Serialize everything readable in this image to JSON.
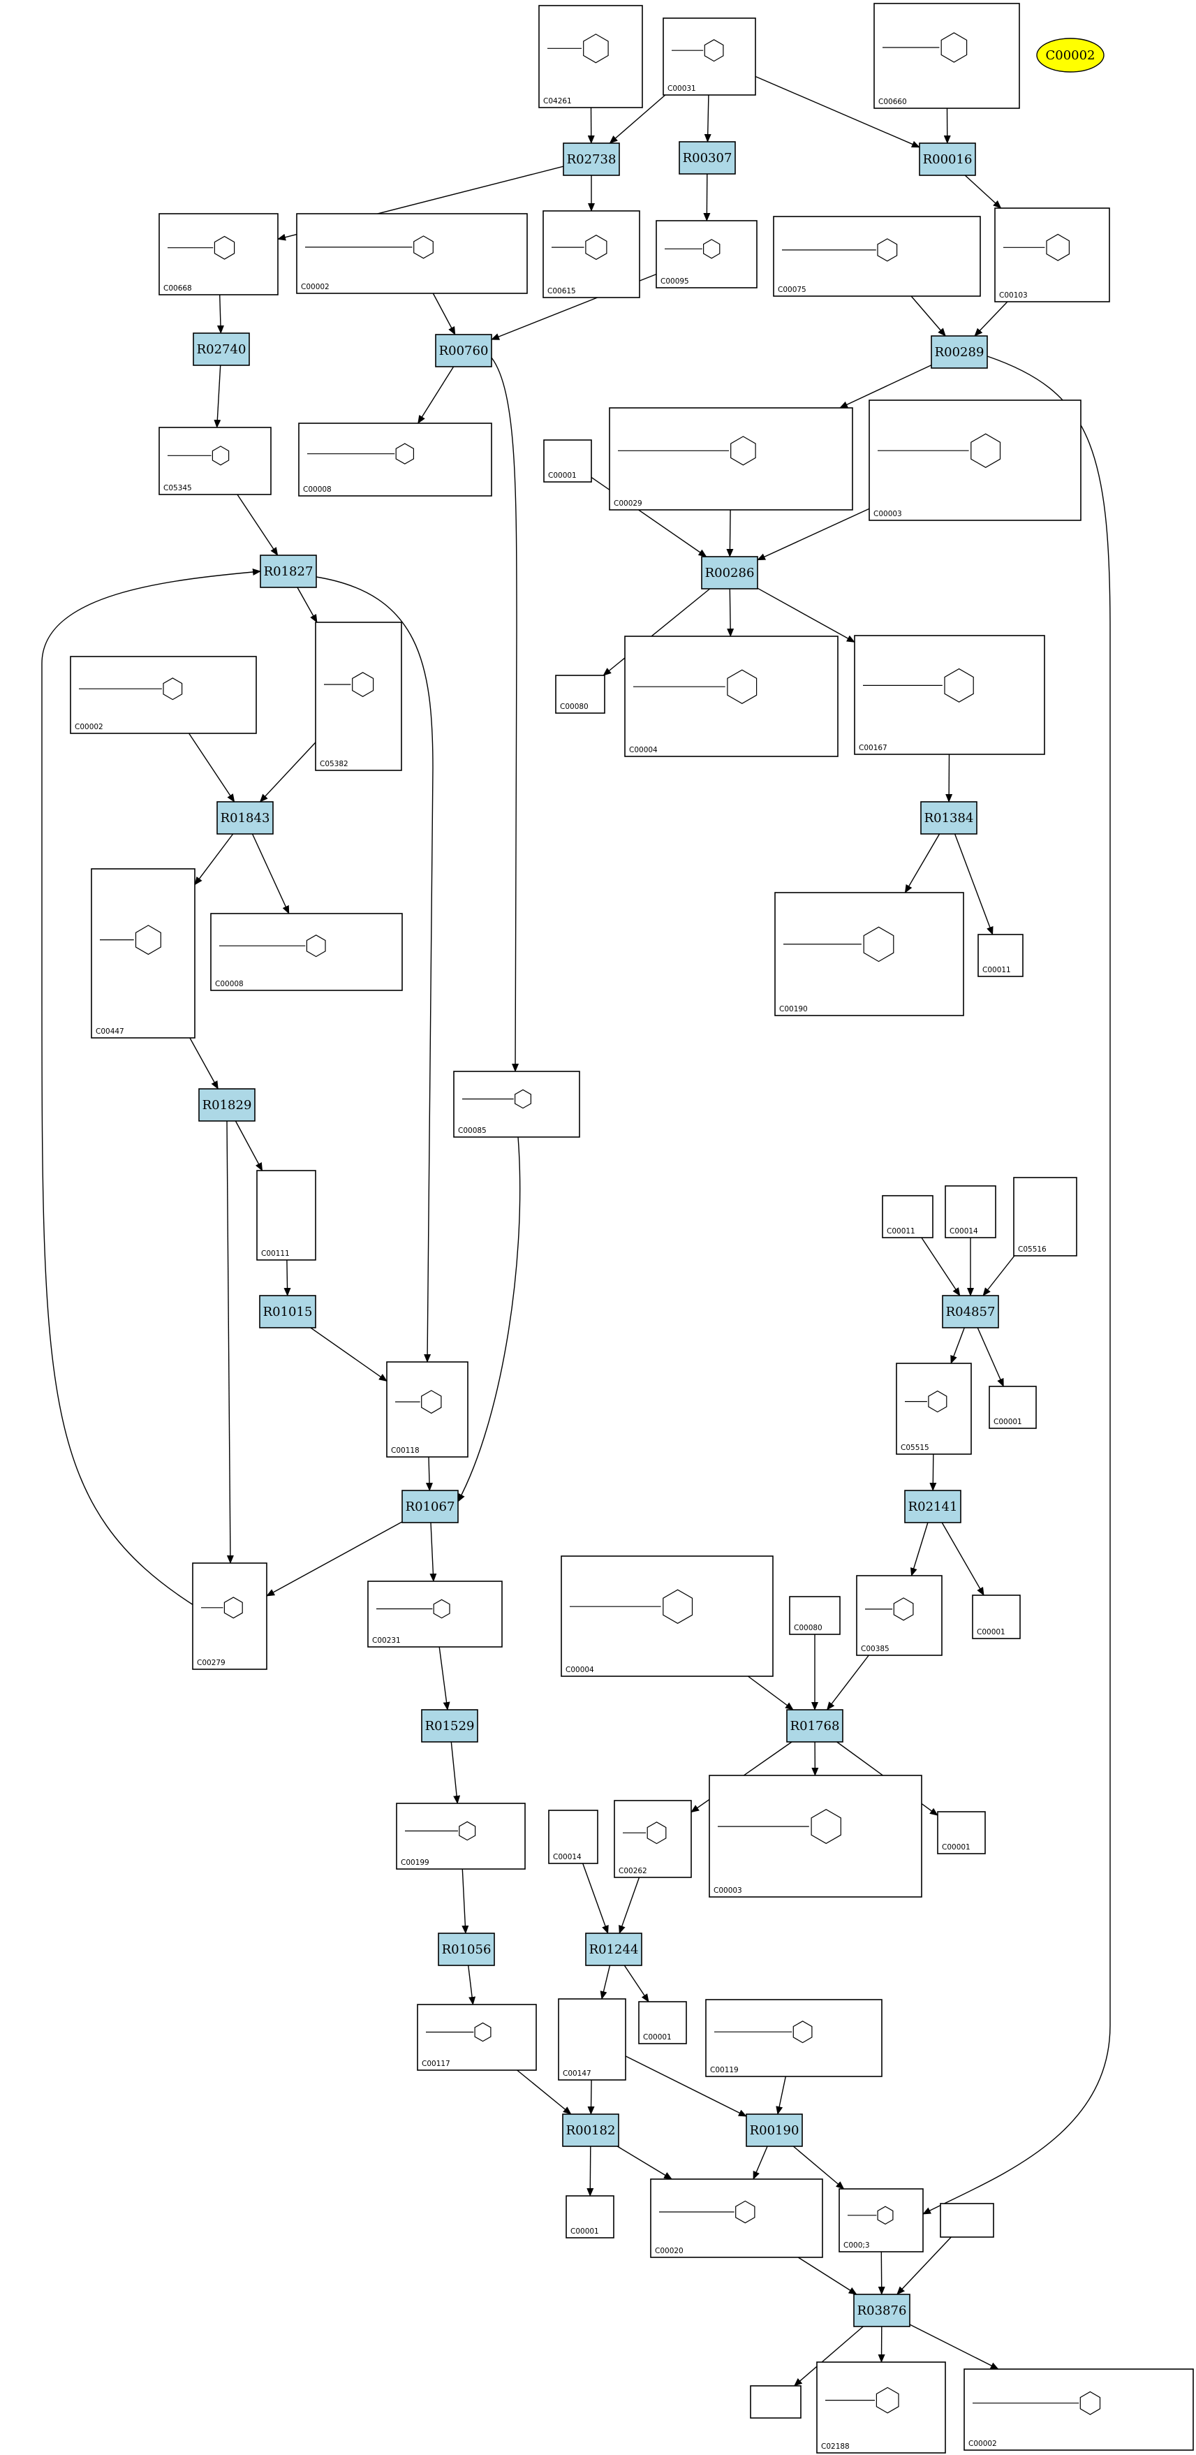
{
  "legend": {
    "label": "C00002",
    "color": "#ffff00"
  },
  "colors": {
    "reaction_fill": "#add8e6"
  },
  "reactions": [
    {
      "id": "R02738",
      "label": "R02738"
    },
    {
      "id": "R00307",
      "label": "R00307"
    },
    {
      "id": "R00016",
      "label": "R00016"
    },
    {
      "id": "R02740",
      "label": "R02740"
    },
    {
      "id": "R00760",
      "label": "R00760"
    },
    {
      "id": "R00289",
      "label": "R00289"
    },
    {
      "id": "R01827",
      "label": "R01827"
    },
    {
      "id": "R00286",
      "label": "R00286"
    },
    {
      "id": "R01843",
      "label": "R01843"
    },
    {
      "id": "R01384",
      "label": "R01384"
    },
    {
      "id": "R01829",
      "label": "R01829"
    },
    {
      "id": "R01015",
      "label": "R01015"
    },
    {
      "id": "R04857",
      "label": "R04857"
    },
    {
      "id": "R01067",
      "label": "R01067"
    },
    {
      "id": "R02141",
      "label": "R02141"
    },
    {
      "id": "R01529",
      "label": "R01529"
    },
    {
      "id": "R01768",
      "label": "R01768"
    },
    {
      "id": "R01056",
      "label": "R01056"
    },
    {
      "id": "R01244",
      "label": "R01244"
    },
    {
      "id": "R00182",
      "label": "R00182"
    },
    {
      "id": "R00190",
      "label": "R00190"
    },
    {
      "id": "R03876",
      "label": "R03876"
    }
  ],
  "compounds": [
    {
      "id": "c04261",
      "label": "C04261"
    },
    {
      "id": "c00031",
      "label": "C00031"
    },
    {
      "id": "c00660",
      "label": "C00660"
    },
    {
      "id": "c00668",
      "label": "C00668"
    },
    {
      "id": "c00002a",
      "label": "C00002"
    },
    {
      "id": "c00615",
      "label": "C00615"
    },
    {
      "id": "c00095",
      "label": "C00095"
    },
    {
      "id": "c00075",
      "label": "C00075"
    },
    {
      "id": "c00103",
      "label": "C00103"
    },
    {
      "id": "c05345",
      "label": "C05345"
    },
    {
      "id": "c00008a",
      "label": "C00008"
    },
    {
      "id": "c00001a",
      "label": "C00001"
    },
    {
      "id": "c00029",
      "label": "C00029"
    },
    {
      "id": "c00003a",
      "label": "C00003"
    },
    {
      "id": "c00002b",
      "label": "C00002"
    },
    {
      "id": "c05382",
      "label": "C05382"
    },
    {
      "id": "c00080a",
      "label": "C00080"
    },
    {
      "id": "c00004a",
      "label": "C00004"
    },
    {
      "id": "c00167",
      "label": "C00167"
    },
    {
      "id": "c00447",
      "label": "C00447"
    },
    {
      "id": "c00008b",
      "label": "C00008"
    },
    {
      "id": "c00190",
      "label": "C00190"
    },
    {
      "id": "c00011a",
      "label": "C00011"
    },
    {
      "id": "c00085",
      "label": "C00085"
    },
    {
      "id": "c00111",
      "label": "C00111"
    },
    {
      "id": "c00011b",
      "label": "C00011"
    },
    {
      "id": "c00014a",
      "label": "C00014"
    },
    {
      "id": "c05516",
      "label": "C05516"
    },
    {
      "id": "c05515",
      "label": "C05515"
    },
    {
      "id": "c00001b",
      "label": "C00001"
    },
    {
      "id": "c00118",
      "label": "C00118"
    },
    {
      "id": "c00279",
      "label": "C00279"
    },
    {
      "id": "c00231",
      "label": "C00231"
    },
    {
      "id": "c00004b",
      "label": "C00004"
    },
    {
      "id": "c00080b",
      "label": "C00080"
    },
    {
      "id": "c00385",
      "label": "C00385"
    },
    {
      "id": "c00001c",
      "label": "C00001"
    },
    {
      "id": "c00199",
      "label": "C00199"
    },
    {
      "id": "c00014b",
      "label": "C00014"
    },
    {
      "id": "c00262",
      "label": "C00262"
    },
    {
      "id": "c00003b",
      "label": "C00003"
    },
    {
      "id": "c00001d",
      "label": "C00001"
    },
    {
      "id": "c00117",
      "label": "C00117"
    },
    {
      "id": "c00147",
      "label": "C00147"
    },
    {
      "id": "c00001e",
      "label": "C00001"
    },
    {
      "id": "c00119",
      "label": "C00119"
    },
    {
      "id": "c00001f",
      "label": "C00001"
    },
    {
      "id": "c00020",
      "label": "C00020"
    },
    {
      "id": "c00013",
      "label": "C000;3"
    },
    {
      "id": "blank1",
      "label": ""
    },
    {
      "id": "blank2",
      "label": ""
    },
    {
      "id": "c02188",
      "label": "C02188"
    },
    {
      "id": "c00002c",
      "label": "C00002"
    }
  ],
  "edges": [
    [
      "c04261",
      "R02738"
    ],
    [
      "c00031",
      "R02738"
    ],
    [
      "c00031",
      "R00307"
    ],
    [
      "c00031",
      "R00016"
    ],
    [
      "c00660",
      "R00016"
    ],
    [
      "R02738",
      "c00668"
    ],
    [
      "R02738",
      "c00615"
    ],
    [
      "R00307",
      "c00095"
    ],
    [
      "R00016",
      "c00103"
    ],
    [
      "c00668",
      "R02740"
    ],
    [
      "c00002a",
      "R00760"
    ],
    [
      "c00095",
      "R00760"
    ],
    [
      "c00075",
      "R00289"
    ],
    [
      "c00103",
      "R00289"
    ],
    [
      "R02740",
      "c05345"
    ],
    [
      "R00760",
      "c00008a"
    ],
    [
      "R00289",
      "c00029"
    ],
    [
      "c05345",
      "R01827"
    ],
    [
      "c00001a",
      "R00286"
    ],
    [
      "c00029",
      "R00286"
    ],
    [
      "c00003a",
      "R00286"
    ],
    [
      "R01827",
      "c05382"
    ],
    [
      "R00286",
      "c00080a"
    ],
    [
      "R00286",
      "c00004a"
    ],
    [
      "R00286",
      "c00167"
    ],
    [
      "c00002b",
      "R01843"
    ],
    [
      "c05382",
      "R01843"
    ],
    [
      "c00167",
      "R01384"
    ],
    [
      "R01843",
      "c00447"
    ],
    [
      "R01843",
      "c00008b"
    ],
    [
      "R01384",
      "c00190"
    ],
    [
      "R01384",
      "c00011a"
    ],
    [
      "c00447",
      "R01829"
    ],
    [
      "R00760",
      "c00085"
    ],
    [
      "R01829",
      "c00111"
    ],
    [
      "c00111",
      "R01015"
    ],
    [
      "c00011b",
      "R04857"
    ],
    [
      "c00014a",
      "R04857"
    ],
    [
      "c05516",
      "R04857"
    ],
    [
      "R04857",
      "c05515"
    ],
    [
      "R04857",
      "c00001b"
    ],
    [
      "R01015",
      "c00118"
    ],
    [
      "R01827",
      "c00118"
    ],
    [
      "c05515",
      "R02141"
    ],
    [
      "c00118",
      "R01067"
    ],
    [
      "c00085",
      "R01067"
    ],
    [
      "R01829",
      "c00279"
    ],
    [
      "R01067",
      "c00279"
    ],
    [
      "c00279",
      "R01827"
    ],
    [
      "R01067",
      "c00231"
    ],
    [
      "R02141",
      "c00385"
    ],
    [
      "R02141",
      "c00001c"
    ],
    [
      "c00231",
      "R01529"
    ],
    [
      "c00004b",
      "R01768"
    ],
    [
      "c00080b",
      "R01768"
    ],
    [
      "c00385",
      "R01768"
    ],
    [
      "R01529",
      "c00199"
    ],
    [
      "R01768",
      "c00262"
    ],
    [
      "R01768",
      "c00003b"
    ],
    [
      "R01768",
      "c00001d"
    ],
    [
      "c00199",
      "R01056"
    ],
    [
      "c00014b",
      "R01244"
    ],
    [
      "c00262",
      "R01244"
    ],
    [
      "R01056",
      "c00117"
    ],
    [
      "R01244",
      "c00147"
    ],
    [
      "R01244",
      "c00001e"
    ],
    [
      "c00117",
      "R00182"
    ],
    [
      "c00147",
      "R00182"
    ],
    [
      "c00147",
      "R00190"
    ],
    [
      "c00119",
      "R00190"
    ],
    [
      "R00289",
      "c00013"
    ],
    [
      "R00182",
      "c00001f"
    ],
    [
      "R00182",
      "c00020"
    ],
    [
      "R00190",
      "c00020"
    ],
    [
      "R00190",
      "c00013"
    ],
    [
      "c00020",
      "R03876"
    ],
    [
      "c00013",
      "R03876"
    ],
    [
      "blank1",
      "R03876"
    ],
    [
      "R03876",
      "blank2"
    ],
    [
      "R03876",
      "c02188"
    ],
    [
      "R03876",
      "c00002c"
    ]
  ]
}
